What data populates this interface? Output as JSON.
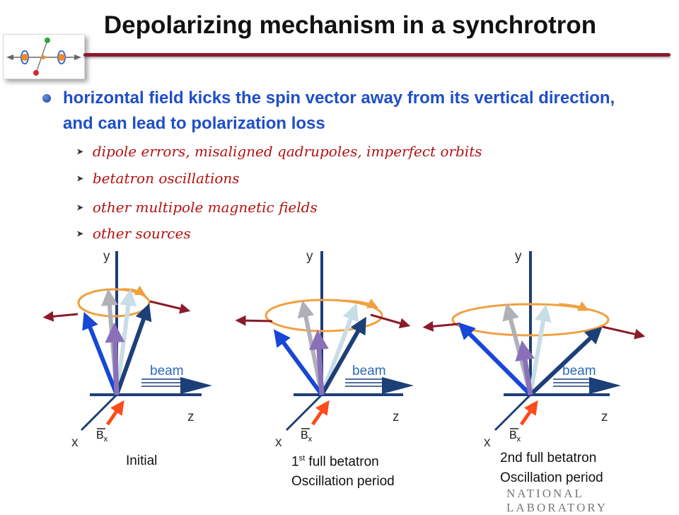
{
  "title": "Depolarizing mechanism in a synchrotron",
  "main_bullet": "horizontal field kicks the spin vector away from its vertical direction, and can lead to polarization loss",
  "sub_bullets": [
    "dipole errors, misaligned qadrupoles, imperfect orbits",
    "betatron oscillations",
    "other multipole magnetic fields",
    "other sources"
  ],
  "panels": [
    {
      "axis_y": "y",
      "axis_z": "z",
      "axis_x": "x",
      "beam": "beam",
      "field": "B",
      "field_sub": "x",
      "caption_line1": "Initial",
      "caption_sup": "",
      "caption_line1_rest": "",
      "caption_line2": ""
    },
    {
      "axis_y": "y",
      "axis_z": "z",
      "axis_x": "x",
      "beam": "beam",
      "field": "B",
      "field_sub": "x",
      "caption_line1": "1",
      "caption_sup": "st",
      "caption_line1_rest": " full betatron",
      "caption_line2": "Oscillation period"
    },
    {
      "axis_y": "y",
      "axis_z": "z",
      "axis_x": "x",
      "beam": "beam",
      "field": "B",
      "field_sub": "x",
      "caption_line1": "2nd full betatron",
      "caption_sup": "",
      "caption_line1_rest": "",
      "caption_line2": "Oscillation period"
    }
  ],
  "watermark": "NATIONAL LABORATORY",
  "colors": {
    "title_rule": "#8b1a2b",
    "main_bullet": "#1f4ec8",
    "sub_bullet": "#b31212",
    "axis": "#1d3f78",
    "ring": "#f0a040",
    "vector_blue": "#1846d6",
    "vector_purple": "#8a70b8",
    "vector_dark": "#1d3f78",
    "kick": "#8b1a2b",
    "field_arrow": "#ff4a1a"
  },
  "icons": [
    "logo-icon",
    "bullet-dot-icon",
    "arrow-bullet-icon"
  ]
}
